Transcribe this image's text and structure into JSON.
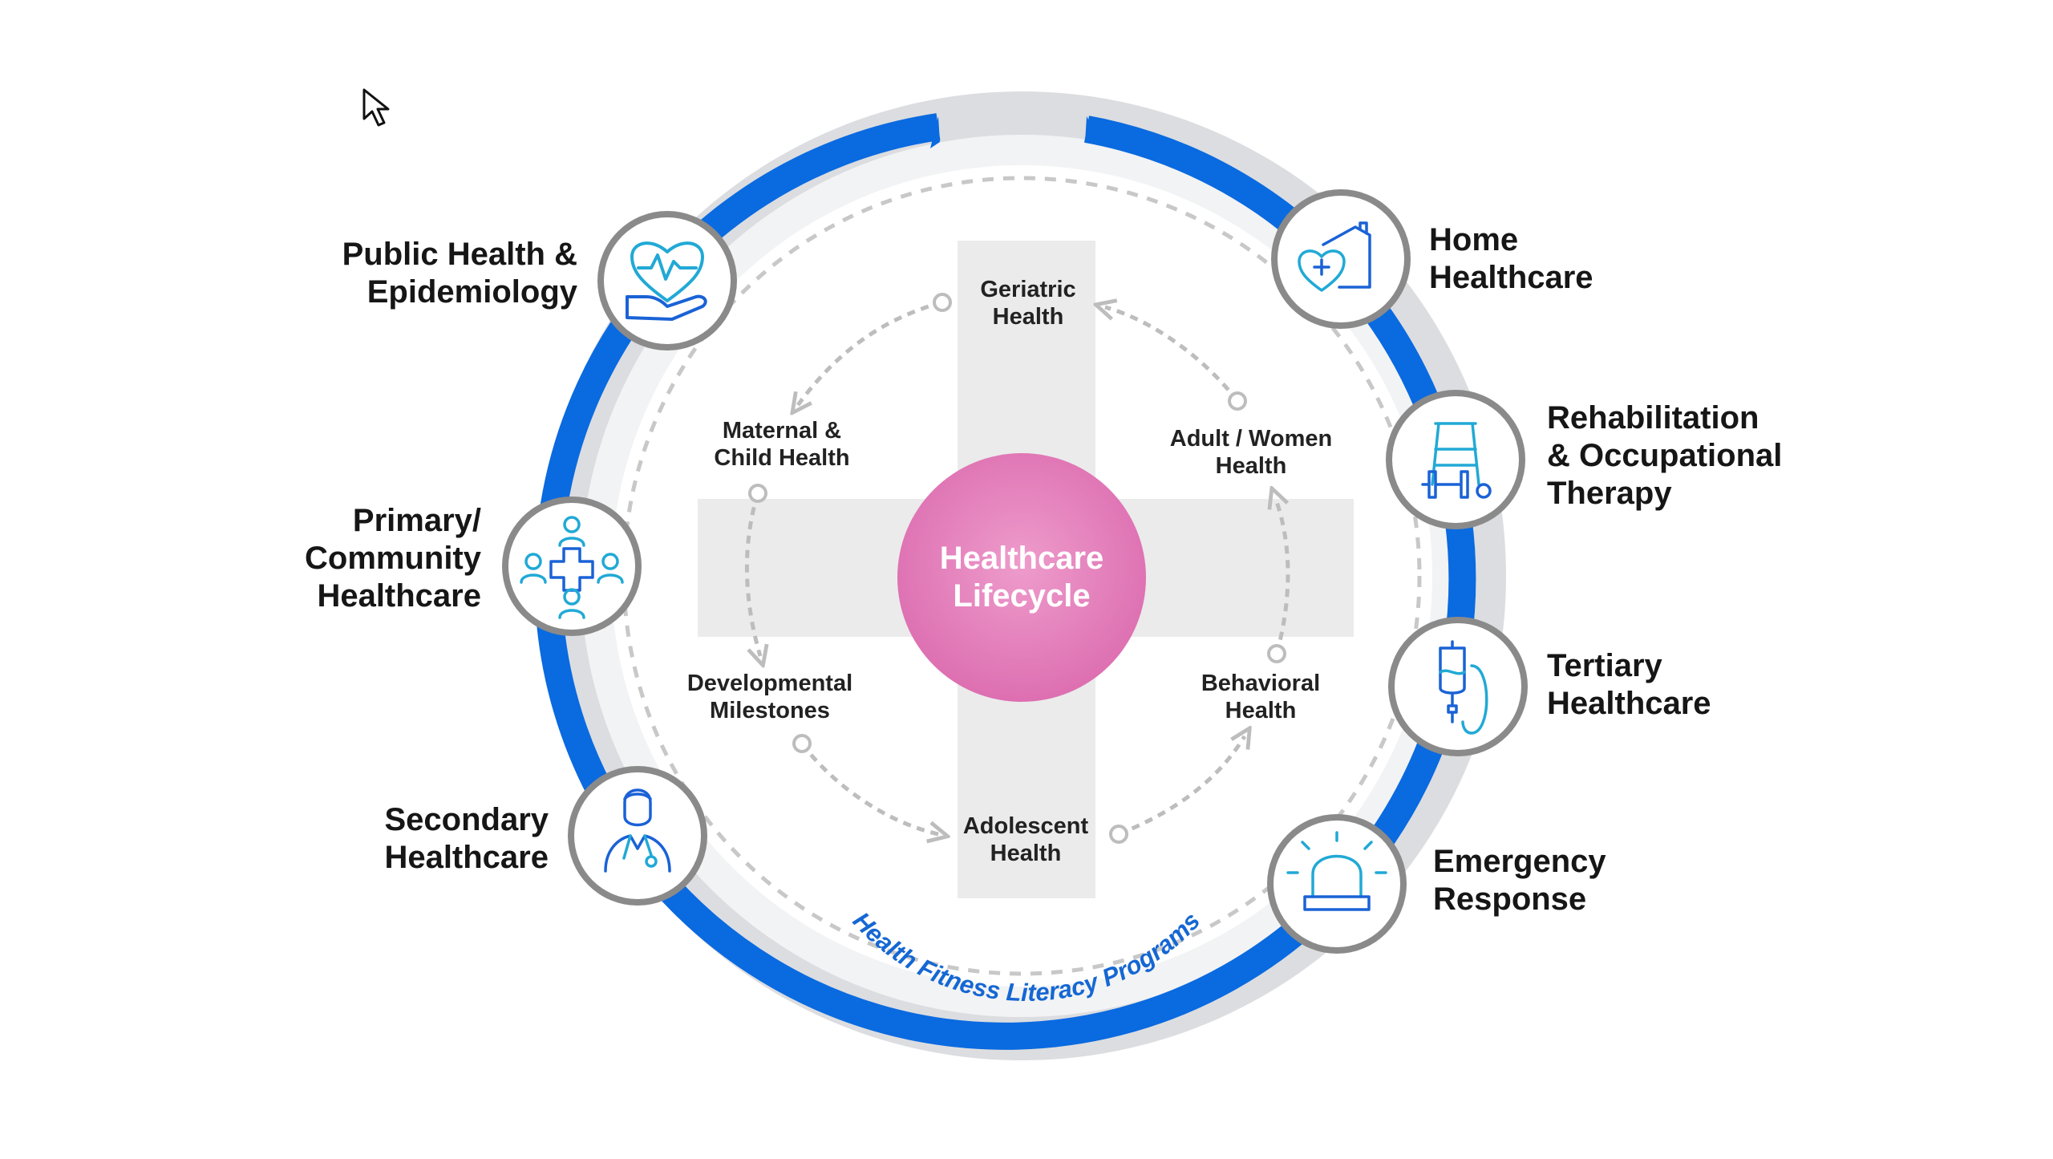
{
  "colors": {
    "outer_ring": "#dcdde0",
    "blue_arc": "#0a6ae0",
    "icon_stroke": "#1a62d6",
    "icon_accent": "#21a9d6",
    "center_pink": "#e27ab9",
    "cross": "#ebebeb",
    "program_text": "#1567d3"
  },
  "center": {
    "title": "Healthcare\nLifecycle"
  },
  "program_arc_label": "Health Fitness Literacy Programs",
  "stages": [
    {
      "label": "Geriatric\nHealth"
    },
    {
      "label": "Adult / Women\nHealth"
    },
    {
      "label": "Behavioral\nHealth"
    },
    {
      "label": "Adolescent\nHealth"
    },
    {
      "label": "Developmental\nMilestones"
    },
    {
      "label": "Maternal &\nChild Health"
    }
  ],
  "care_nodes": [
    {
      "label": "Public Health &\nEpidemiology",
      "icon": "heart-in-hand-icon"
    },
    {
      "label": "Primary/\nCommunity\nHealthcare",
      "icon": "community-people-cross-icon"
    },
    {
      "label": "Secondary\nHealthcare",
      "icon": "doctor-stethoscope-icon"
    },
    {
      "label": "Home\nHealthcare",
      "icon": "house-heart-icon"
    },
    {
      "label": "Rehabilitation\n& Occupational\nTherapy",
      "icon": "walker-dumbbell-icon"
    },
    {
      "label": "Tertiary\nHealthcare",
      "icon": "iv-drip-icon"
    },
    {
      "label": "Emergency\nResponse",
      "icon": "siren-light-icon"
    }
  ],
  "cursor": {
    "icon": "mouse-pointer-icon"
  }
}
